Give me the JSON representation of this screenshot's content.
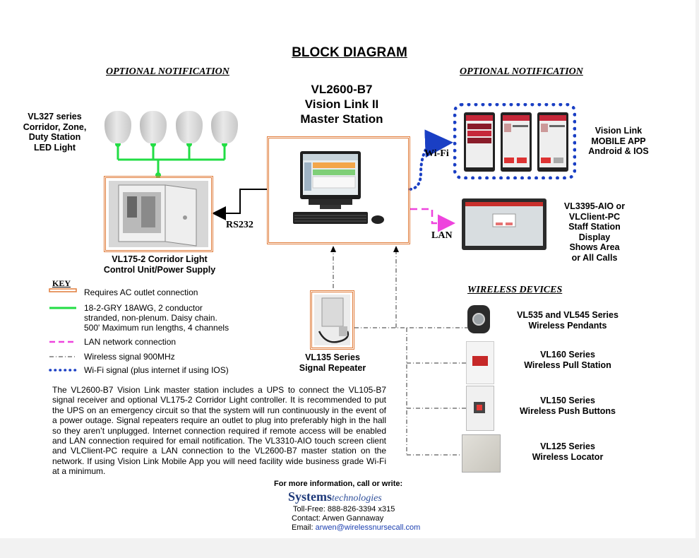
{
  "title": "BLOCK DIAGRAM",
  "optional_left": "OPTIONAL NOTIFICATION",
  "optional_right": "OPTIONAL NOTIFICATION",
  "master": {
    "line1": "VL2600-B7",
    "line2": "Vision Link II",
    "line3": "Master Station"
  },
  "lights_label": {
    "line1": "VL327 series",
    "line2": "Corridor, Zone,",
    "line3": "Duty Station",
    "line4": "LED Light"
  },
  "control_label": {
    "line1": "VL175-2 Corridor Light",
    "line2": "Control Unit/Power Supply"
  },
  "rs232": "RS232",
  "wifi": "Wi-Fi",
  "lan": "LAN",
  "app_label": {
    "line1": "Vision Link",
    "line2": "MOBILE APP",
    "line3": "Android & IOS"
  },
  "staff_label": {
    "line1": "VL3395-AIO or",
    "line2": "VLClient-PC",
    "line3": "Staff Station",
    "line4": "Display",
    "line5": "Shows Area",
    "line6": "or All Calls"
  },
  "repeater_label": {
    "line1": "VL135 Series",
    "line2": "Signal Repeater"
  },
  "wireless_heading": "WIRELESS DEVICES",
  "devices": [
    {
      "line1": "VL535 and VL545 Series",
      "line2": "Wireless Pendants"
    },
    {
      "line1": "VL160 Series",
      "line2": "Wireless Pull Station"
    },
    {
      "line1": "VL150 Series",
      "line2": "Wireless Push Buttons"
    },
    {
      "line1": "VL125 Series",
      "line2": "Wireless Locator"
    }
  ],
  "key": {
    "heading": "KEY",
    "items": [
      {
        "text": "Requires AC outlet connection",
        "color": "#e07b39"
      },
      {
        "text": "18-2-GRY 18AWG, 2 conductor",
        "color": "#22dd44"
      },
      {
        "text": "stranded, non-plenum. Daisy chain."
      },
      {
        "text": "500' Maximum run lengths, 4 channels"
      },
      {
        "text": "LAN network connection",
        "color": "#ee44dd"
      },
      {
        "text": "Wireless signal 900MHz",
        "color": "#333333"
      },
      {
        "text": "Wi-Fi signal (plus internet if using IOS)",
        "color": "#1a3fc4"
      }
    ]
  },
  "paragraph": "The VL2600-B7 Vision Link master station includes a UPS to connect the VL105-B7 signal receiver and optional VL175-2 Corridor Light controller. It is recommended to put the UPS on an emergency circuit so that the system will run continuously in the event of a power outage. Signal repeaters require an outlet to plug into preferably high in the hall so they aren’t unplugged. Internet connection required if remote access will be enabled and LAN connection required for email notification. The VL3310-AIO touch screen client and VLClient-PC require a LAN connection to the VL2600-B7 master station on the network. If using Vision Link Mobile App you will need facility wide  business grade Wi-Fi at a minimum.",
  "contact": {
    "heading": "For more information, call or write:",
    "brand": "Systems",
    "brand_italic": "technologies",
    "tollfree": "Toll-Free:  888-826-3394  x315",
    "name": "Contact:  Arwen Gannaway",
    "email_label": "Email:",
    "email": "arwen@wirelessnursecall.com"
  }
}
